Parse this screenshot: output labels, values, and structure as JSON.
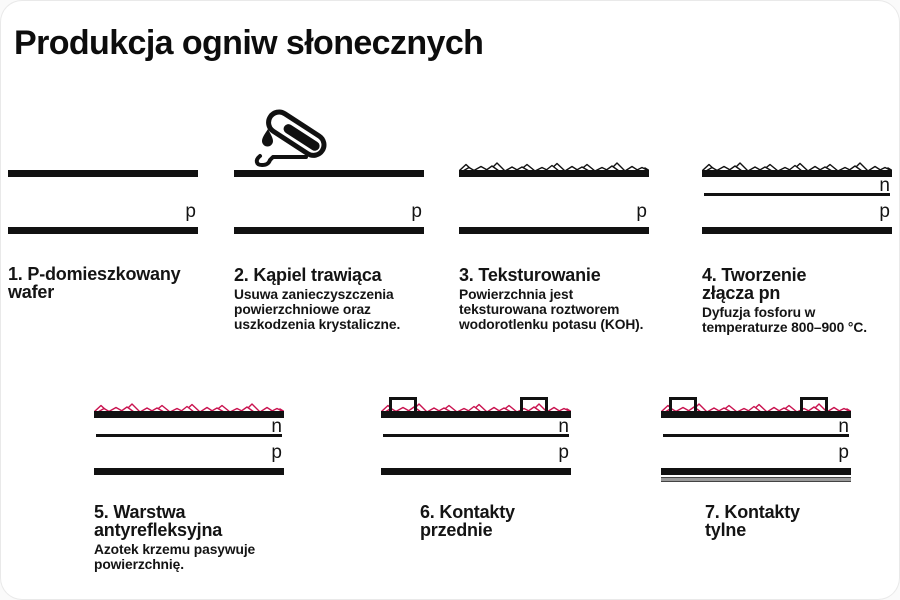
{
  "title": "Produkcja ogniw słonecznych",
  "layer_labels": {
    "p": "p",
    "n": "n"
  },
  "steps": [
    {
      "heading": "1. P-domieszkowany wafer",
      "description": ""
    },
    {
      "heading": "2. Kąpiel trawiąca",
      "description": "Usuwa zanieczyszczenia powierzchniowe oraz uszkodzenia krystaliczne."
    },
    {
      "heading": "3. Teksturowanie",
      "description": "Powierzchnia jest teksturowana roztworem wodorotlenku potasu (KOH)."
    },
    {
      "heading": "4. Tworzenie złącza pn",
      "description": "Dyfuzja fosforu w temperaturze 800–900 °C."
    },
    {
      "heading": "5. Warstwa antyrefleksyjna",
      "description": "Azotek krzemu pasywuje powierzchnię."
    },
    {
      "heading": "6. Kontakty przednie",
      "description": ""
    },
    {
      "heading": "7. Kontakty tylne",
      "description": ""
    }
  ],
  "colors": {
    "ink": "#111111",
    "texture_red": "#c9134f",
    "back_contact_gray": "#9a9a9a"
  }
}
